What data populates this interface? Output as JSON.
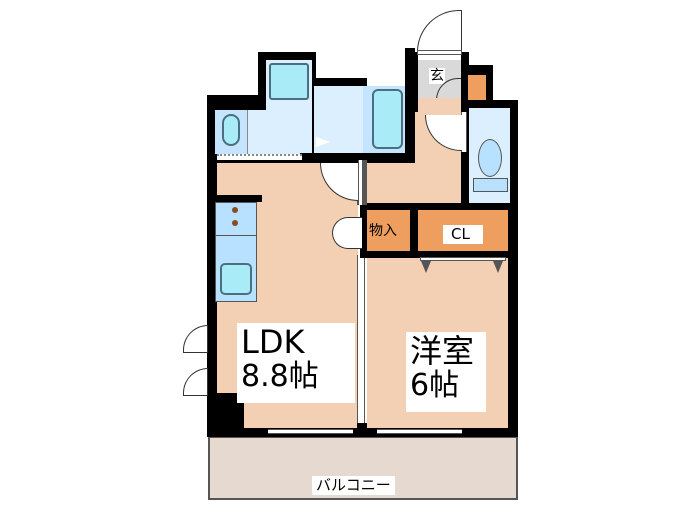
{
  "floor_plan": {
    "rooms": {
      "ldk": {
        "name": "LDK",
        "size": "8.8帖"
      },
      "western_room": {
        "name": "洋室",
        "size": "6帖"
      },
      "storage": {
        "name": "物入"
      },
      "closet": {
        "name": "CL"
      },
      "entrance": {
        "name": "玄"
      },
      "balcony": {
        "name": "バルコニー"
      }
    },
    "colors": {
      "floor": "#f3d0b4",
      "wet_area": "#dcefff",
      "fixture": "#a9ecf8",
      "storage": "#ee9e5e",
      "entrance": "#d9d9d9",
      "balcony": "#e5d9d0",
      "wall": "#000000"
    }
  }
}
